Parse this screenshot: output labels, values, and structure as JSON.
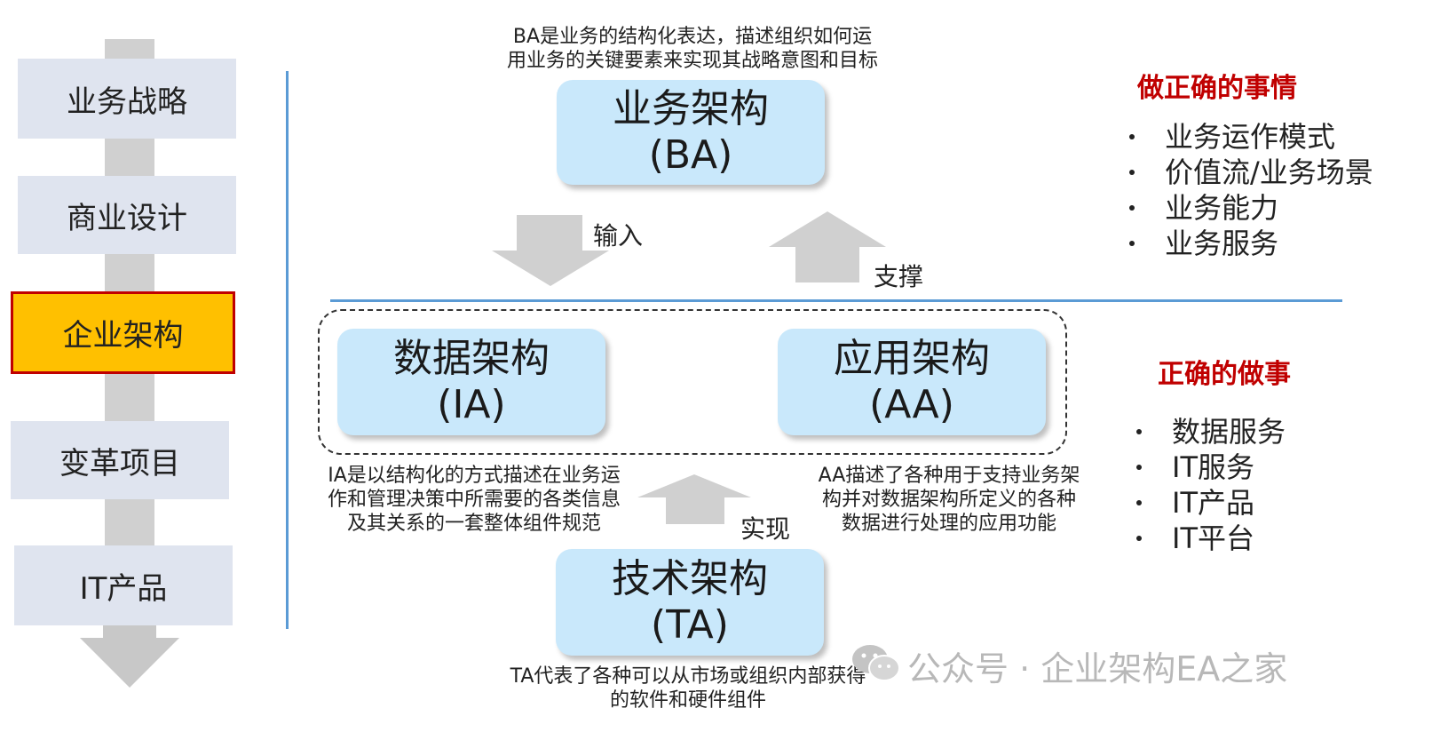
{
  "left_chain": {
    "stages": [
      {
        "label": "业务战略",
        "active": false
      },
      {
        "label": "商业设计",
        "active": false
      },
      {
        "label": "企业架构",
        "active": true
      },
      {
        "label": "变革项目",
        "active": false
      },
      {
        "label": "IT产品",
        "active": false
      }
    ]
  },
  "ba": {
    "title": "业务架构",
    "abbr": "(BA)",
    "desc_line1": "BA是业务的结构化表达，描述组织如何运",
    "desc_line2": "用业务的关键要素来实现其战略意图和目标"
  },
  "ia": {
    "title": "数据架构",
    "abbr": "(IA)",
    "desc_line1": "IA是以结构化的方式描述在业务运",
    "desc_line2": "作和管理决策中所需要的各类信息",
    "desc_line3": "及其关系的一套整体组件规范"
  },
  "aa": {
    "title": "应用架构",
    "abbr": "(AA)",
    "desc_line1": "AA描述了各种用于支持业务架",
    "desc_line2": "构并对数据架构所定义的各种",
    "desc_line3": "数据进行处理的应用功能"
  },
  "ta": {
    "title": "技术架构",
    "abbr": "(TA)",
    "desc_line1": "TA代表了各种可以从市场或组织内部获得",
    "desc_line2": "的软件和硬件组件"
  },
  "arrows": {
    "input_label": "输入",
    "support_label": "支撑",
    "implement_label": "实现"
  },
  "right_top": {
    "heading": "做正确的事情",
    "items": [
      "业务运作模式",
      "价值流/业务场景",
      "业务能力",
      "业务服务"
    ]
  },
  "right_bottom": {
    "heading": "正确的做事",
    "items": [
      "数据服务",
      "IT服务",
      "IT产品",
      "IT平台"
    ]
  },
  "watermark": {
    "text": "公众号 · 企业架构EA之家"
  },
  "colors": {
    "box_fill": "#c9e8fb",
    "stage_fill": "#dfe4ef",
    "active_fill": "#ffc000",
    "active_border": "#c00000",
    "heading_red": "#c00000",
    "divider_blue": "#5b9bd5",
    "arrow_gray": "#d0d0d0"
  }
}
